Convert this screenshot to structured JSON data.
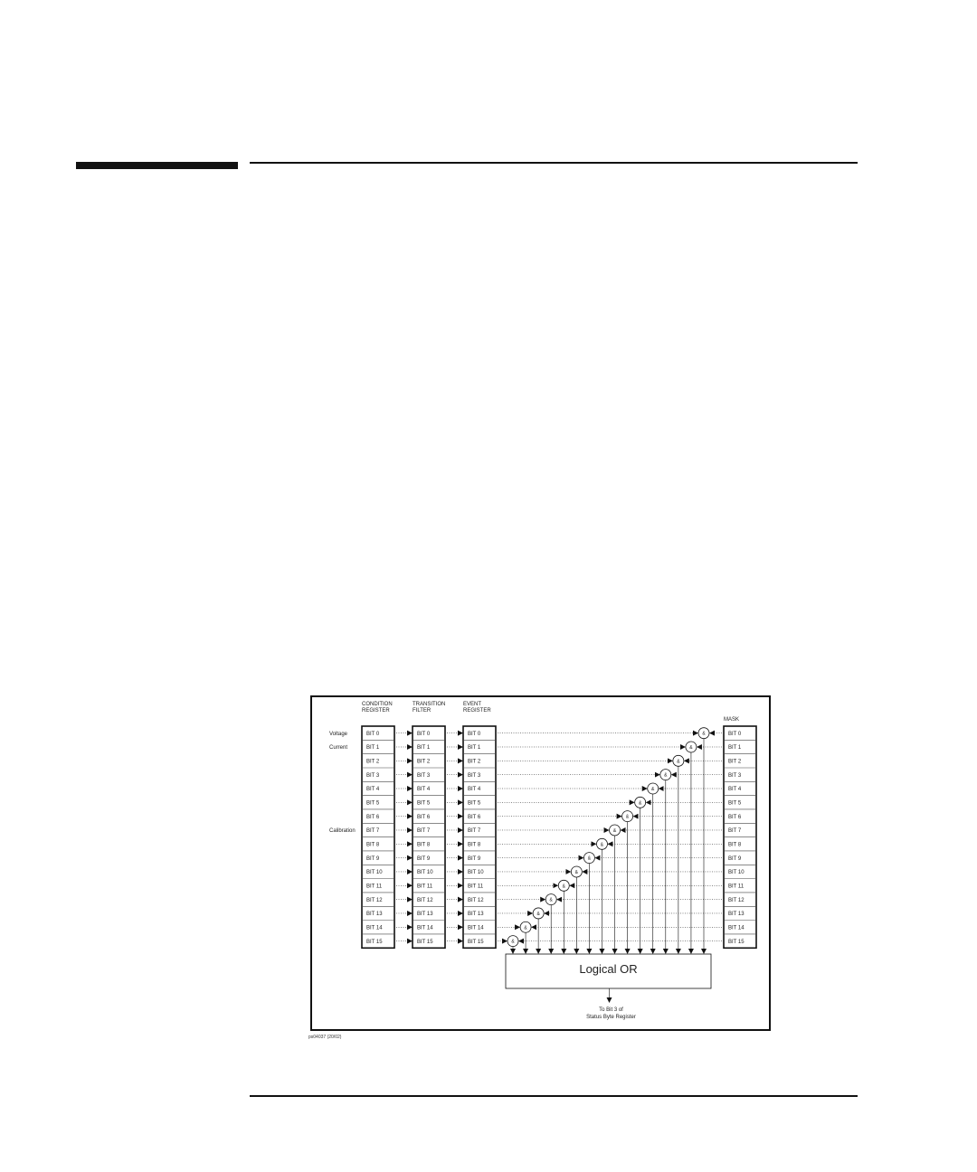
{
  "diagram": {
    "headers": {
      "condition": [
        "CONDITION",
        "REGISTER"
      ],
      "transition": [
        "TRANSITION",
        "FILTER"
      ],
      "event": [
        "EVENT",
        "REGISTER"
      ],
      "mask": [
        "MASK"
      ]
    },
    "bits": [
      "BIT 0",
      "BIT 1",
      "BIT 2",
      "BIT 3",
      "BIT 4",
      "BIT 5",
      "BIT 6",
      "BIT 7",
      "BIT 8",
      "BIT 9",
      "BIT 10",
      "BIT 11",
      "BIT 12",
      "BIT 13",
      "BIT 14",
      "BIT 15"
    ],
    "side_labels": [
      {
        "row": 0,
        "text": "Voltage"
      },
      {
        "row": 1,
        "text": "Current"
      },
      {
        "row": 7,
        "text": "Calibration"
      }
    ],
    "and_symbol": "&",
    "logical_or_label": "Logical OR",
    "output_label": [
      "To Bit 3 of",
      "Status Byte Register"
    ],
    "figure_id": "ps04037 (20/02)"
  }
}
